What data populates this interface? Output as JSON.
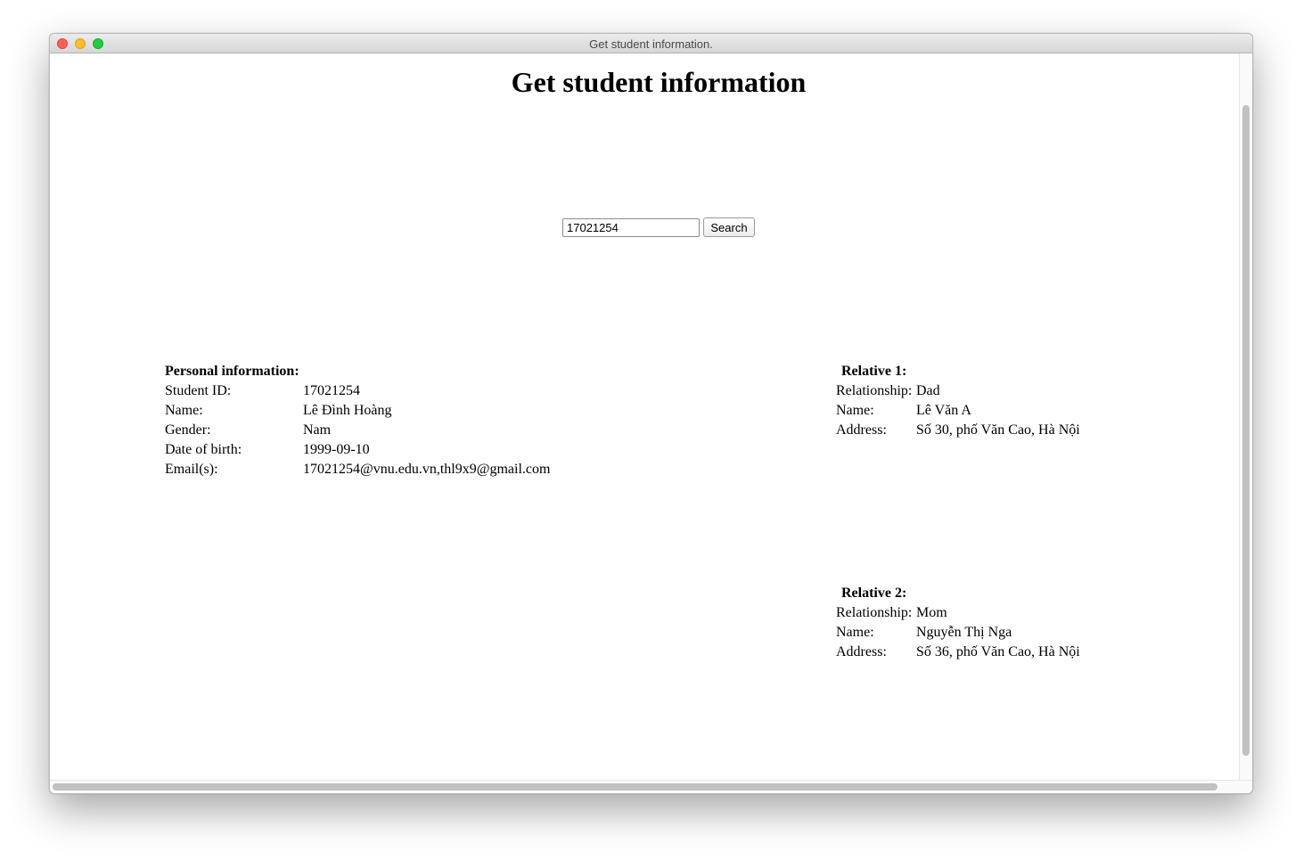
{
  "window": {
    "title": "Get student information."
  },
  "page": {
    "title": "Get student information"
  },
  "search": {
    "value": "17021254",
    "button_label": "Search"
  },
  "personal": {
    "heading": "Personal information:",
    "student_id_label": "Student ID:",
    "student_id": "17021254",
    "name_label": "Name:",
    "name": "Lê Đình Hoàng",
    "gender_label": "Gender:",
    "gender": "Nam",
    "dob_label": "Date of birth:",
    "dob": "1999-09-10",
    "email_label": "Email(s):",
    "email": "17021254@vnu.edu.vn,thl9x9@gmail.com"
  },
  "relatives": [
    {
      "heading": "Relative 1:",
      "relationship_label": "Relationship:",
      "relationship": "Dad",
      "name_label": "Name:",
      "name": "Lê Văn A",
      "address_label": "Address:",
      "address": "Số 30, phố Văn Cao, Hà Nội"
    },
    {
      "heading": "Relative 2:",
      "relationship_label": "Relationship:",
      "relationship": "Mom",
      "name_label": "Name:",
      "name": "Nguyễn Thị Nga",
      "address_label": "Address:",
      "address": "Số 36, phố Văn Cao, Hà Nội"
    }
  ],
  "colors": {
    "close": "#fe5f57",
    "minimize": "#febc2e",
    "maximize": "#28c840"
  }
}
